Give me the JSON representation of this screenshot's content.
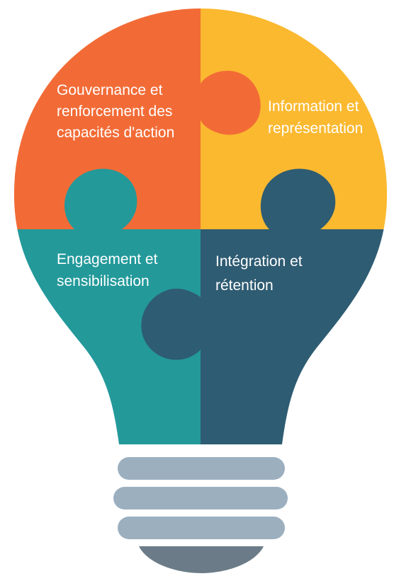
{
  "colors": {
    "orange": "#F26B36",
    "yellow": "#FBB930",
    "teal": "#23999A",
    "navy": "#2E5C72",
    "base_band": "#9BAFBF",
    "base_cap": "#6B7C88",
    "text": "#FFFFFF"
  },
  "pieces": {
    "governance": {
      "line1": "Gouvernance et",
      "line2": "renforcement des",
      "line3": "capacités d'action"
    },
    "information": {
      "line1": "Information et",
      "line2": "représentation"
    },
    "engagement": {
      "line1": "Engagement et",
      "line2": "sensibilisation"
    },
    "integration": {
      "line1": "Intégration et",
      "line2": "rétention"
    }
  }
}
